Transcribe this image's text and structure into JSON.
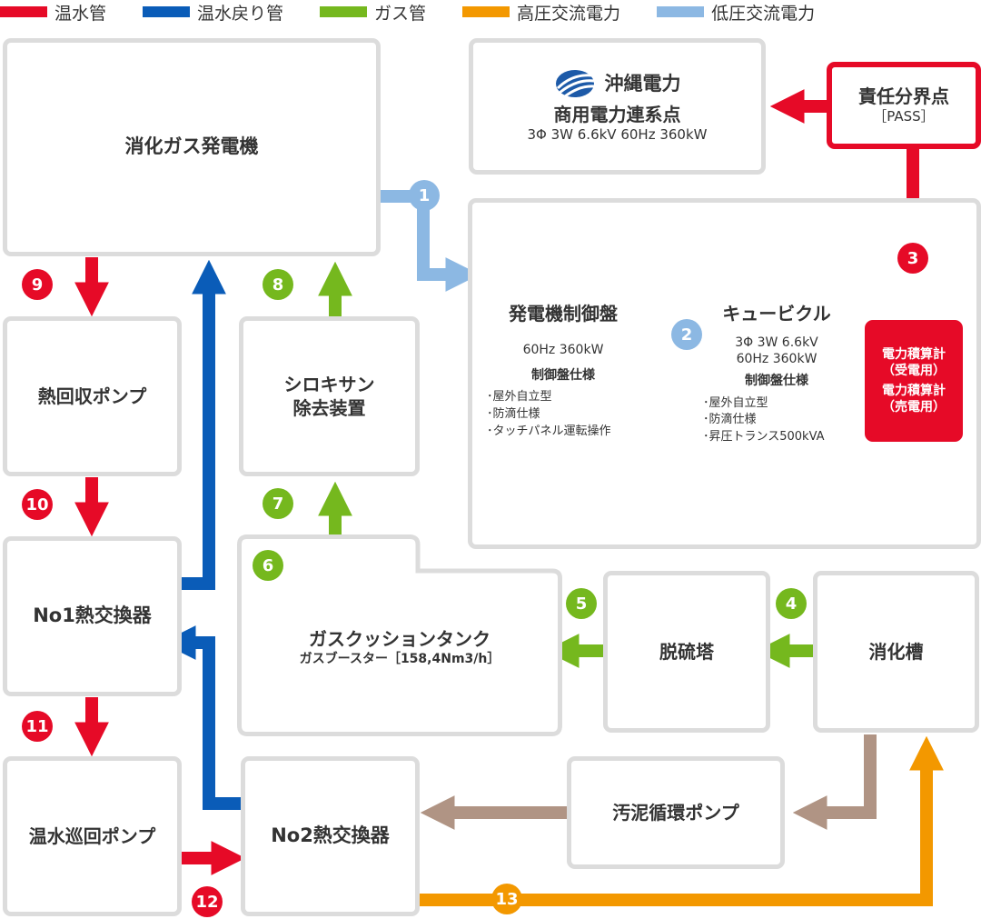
{
  "colors": {
    "hot_water": "#e60a27",
    "hot_water_return": "#0a5cb8",
    "gas": "#75b81e",
    "high_voltage": "#f39800",
    "low_voltage": "#8cb8e3",
    "sludge": "#b09484",
    "box_border": "#dcdcdc"
  },
  "legend": [
    {
      "label": "温水管",
      "color": "#e60a27"
    },
    {
      "label": "温水戻り管",
      "color": "#0a5cb8"
    },
    {
      "label": "ガス管",
      "color": "#75b81e"
    },
    {
      "label": "高圧交流電力",
      "color": "#f39800"
    },
    {
      "label": "低圧交流電力",
      "color": "#8cb8e3"
    }
  ],
  "nodes": {
    "generator": {
      "title": "消化ガス発電機"
    },
    "utility": {
      "brand": "沖縄電力",
      "logo_icon": "okinawa-electric-logo-icon",
      "title": "商用電力連系点",
      "spec": "3Φ  3W  6.6kV   60Hz  360kW"
    },
    "responsibility": {
      "title": "責任分界点",
      "sub": "［PASS］"
    },
    "control_panel": {
      "title": "発電機制御盤",
      "spec": "60Hz  360kW",
      "spec_heading": "制御盤仕様",
      "items": [
        "屋外自立型",
        "防滴仕様",
        "タッチパネル運転操作"
      ]
    },
    "cubicle": {
      "title": "キュービクル",
      "spec": "3Φ  3W  6.6kV\n60Hz  360kW",
      "spec_heading": "制御盤仕様",
      "items": [
        "屋外自立型",
        "防滴仕様",
        "昇圧トランス500kVA"
      ]
    },
    "meter": {
      "line1": "電力積算計\n（受電用）",
      "line2": "電力積算計\n（売電用）"
    },
    "heat_pump": {
      "title": "熱回収ポンプ"
    },
    "siloxane": {
      "title": "シロキサン\n除去装置"
    },
    "hx1": {
      "title": "No1熱交換器"
    },
    "gas_tank": {
      "title": "ガスクッションタンク",
      "sub": "ガスブースター［158,4Nm3/h］"
    },
    "desulfurization": {
      "title": "脱硫塔"
    },
    "digester": {
      "title": "消化槽"
    },
    "circ_pump": {
      "title": "温水巡回ポンプ"
    },
    "hx2": {
      "title": "No2熱交換器"
    },
    "sludge_pump": {
      "title": "汚泥循環ポンプ"
    }
  },
  "badges": [
    {
      "label": "1",
      "color": "#8cb8e3"
    },
    {
      "label": "2",
      "color": "#8cb8e3"
    },
    {
      "label": "3",
      "color": "#e60a27"
    },
    {
      "label": "4",
      "color": "#75b81e"
    },
    {
      "label": "5",
      "color": "#75b81e"
    },
    {
      "label": "6",
      "color": "#75b81e"
    },
    {
      "label": "7",
      "color": "#75b81e"
    },
    {
      "label": "8",
      "color": "#75b81e"
    },
    {
      "label": "9",
      "color": "#e60a27"
    },
    {
      "label": "10",
      "color": "#e60a27"
    },
    {
      "label": "11",
      "color": "#e60a27"
    },
    {
      "label": "12",
      "color": "#e60a27"
    },
    {
      "label": "13",
      "color": "#f39800"
    }
  ]
}
